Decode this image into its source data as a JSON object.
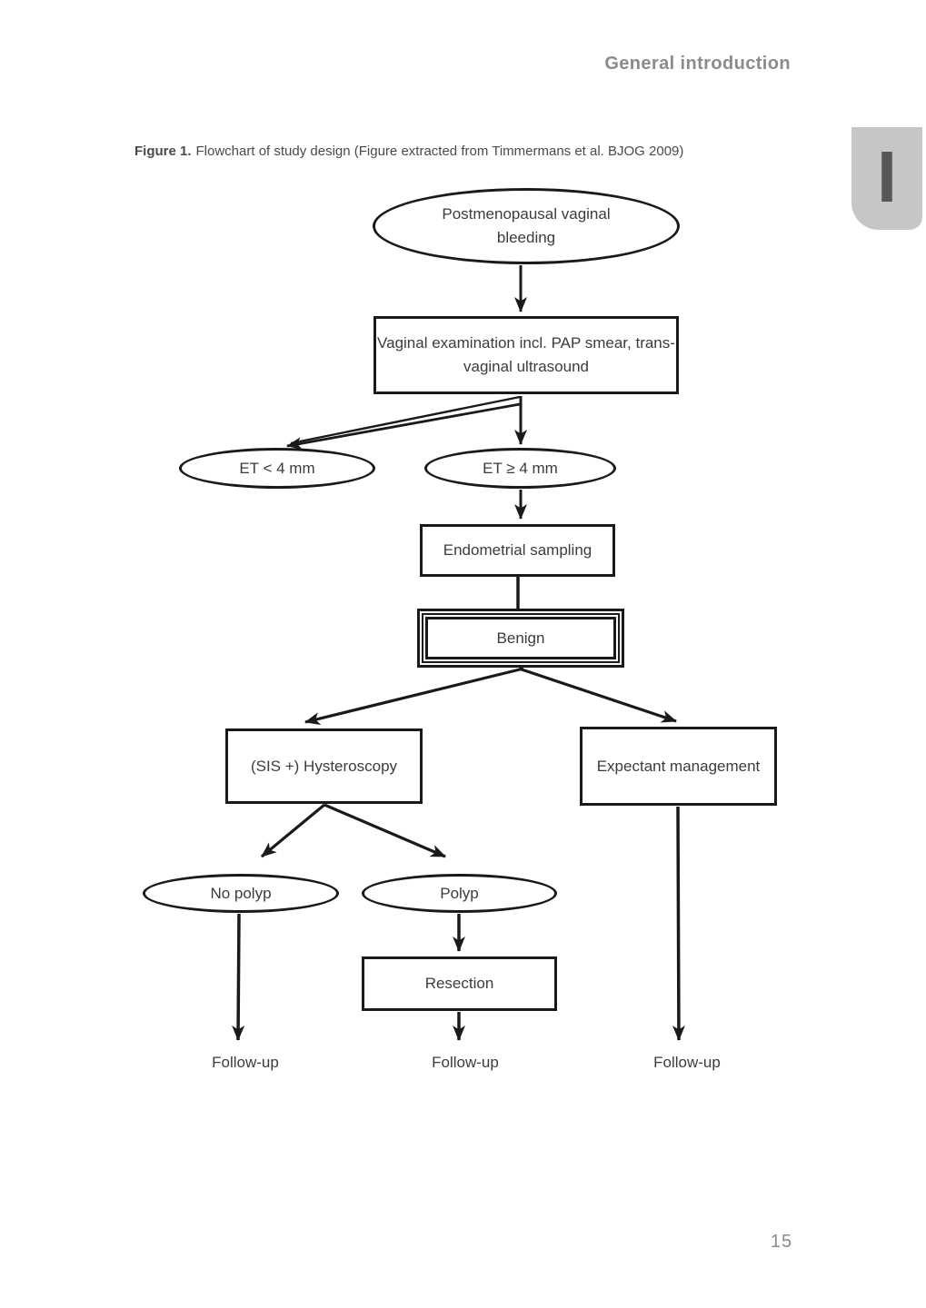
{
  "page": {
    "header_title": "General introduction",
    "side_tab_label": "I",
    "page_number": "15",
    "figure_caption": {
      "label": "Figure 1.",
      "text": "Flowchart of study design (Figure extracted from Timmermans et al. BJOG 2009)"
    }
  },
  "flowchart": {
    "postmenopausal": {
      "line1": "Postmenopausal vaginal",
      "line2": "bleeding"
    },
    "vaginal_exam": {
      "line1": "Vaginal examination incl. PAP smear, trans-",
      "line2": "vaginal ultrasound"
    },
    "et_less": "ET < 4 mm",
    "et_geq": "ET ≥ 4 mm",
    "endometrial_sampling": "Endometrial sampling",
    "benign": "Benign",
    "hysteroscopy": "(SIS +) Hysteroscopy",
    "expectant_management": "Expectant management",
    "no_polyp": "No polyp",
    "polyp": "Polyp",
    "resection": "Resection",
    "follow_up_left": "Follow-up",
    "follow_up_center": "Follow-up",
    "follow_up_right": "Follow-up"
  },
  "colors": {
    "heading_gray": "#8b8b8b",
    "tab_background": "#c6c6c7",
    "tab_bar": "#57575a",
    "diagram_line": "#1a1a1a",
    "node_text": "#3c3c3c"
  }
}
